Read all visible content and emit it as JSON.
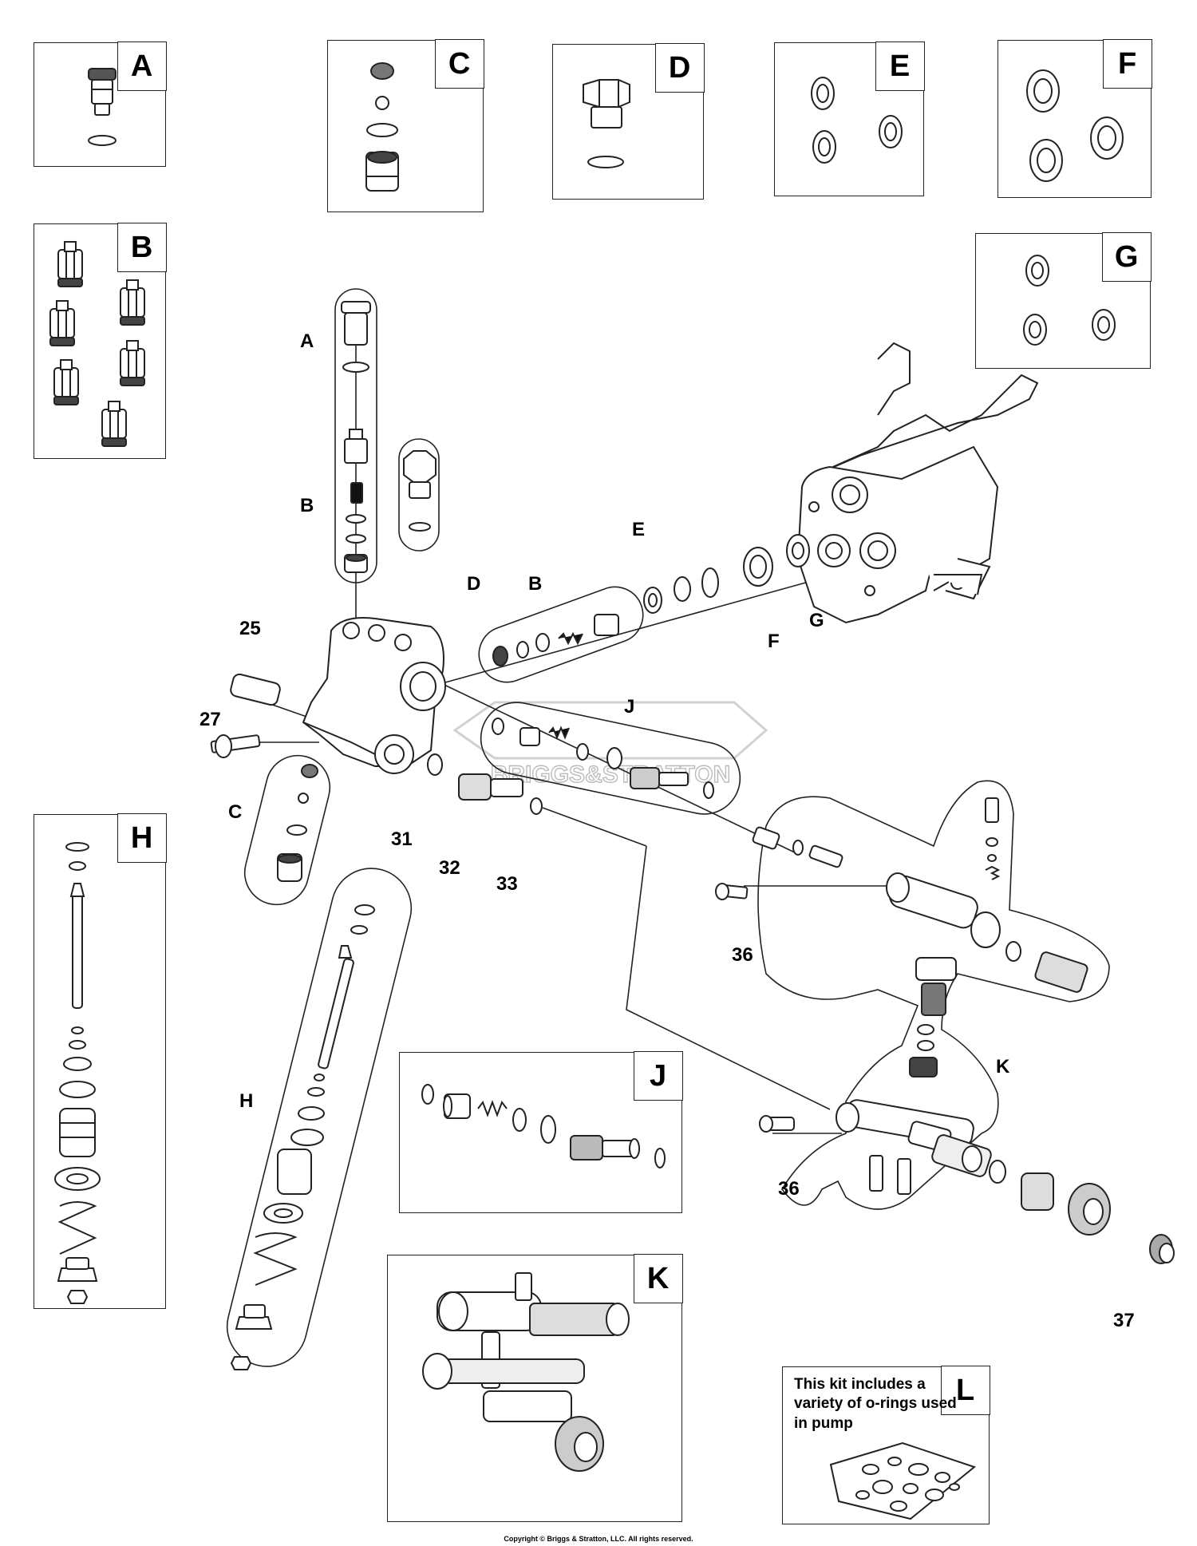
{
  "kits": {
    "A": "A",
    "B": "B",
    "C": "C",
    "D": "D",
    "E": "E",
    "F": "F",
    "G": "G",
    "H": "H",
    "J": "J",
    "K": "K",
    "L": "L"
  },
  "kit_l_note": [
    "This kit includes a",
    "variety of o-rings used",
    "in pump"
  ],
  "callouts": {
    "A": "A",
    "B_top": "B",
    "B_right": "B",
    "C": "C",
    "D": "D",
    "E": "E",
    "F": "F",
    "G": "G",
    "H": "H",
    "J": "J",
    "K": "K",
    "p25": "25",
    "p27": "27",
    "p31": "31",
    "p32": "32",
    "p33": "33",
    "p36a": "36",
    "p36b": "36",
    "p37": "37"
  },
  "watermark": "BRIGGS&STRATTON",
  "copyright": "Copyright © Briggs & Stratton, LLC. All rights reserved."
}
